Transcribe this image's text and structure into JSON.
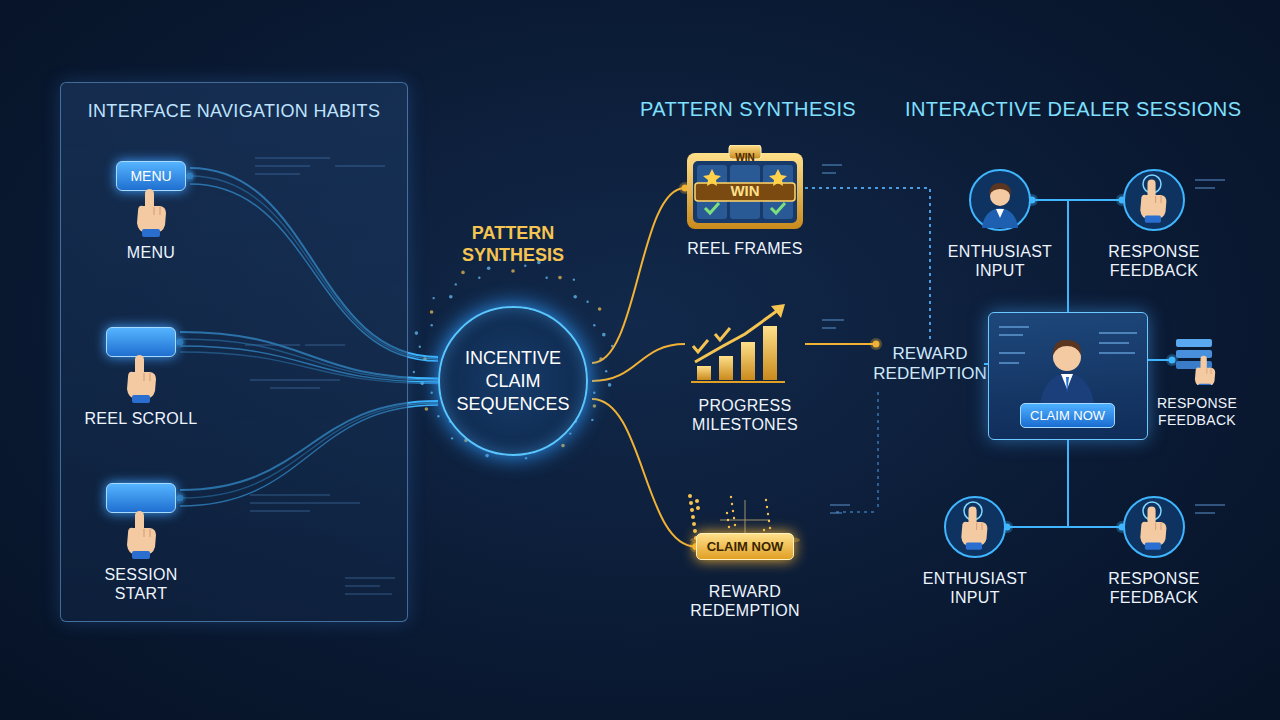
{
  "diagram": {
    "nodes": [
      {
        "text": [
          "INTERFACE NAVIGATION HABITS"
        ]
      },
      {
        "text": [
          "MENU",
          "MENU"
        ],
        "in": 0
      },
      {
        "text": [
          "REEL SCROLL"
        ],
        "in": 0
      },
      {
        "text": [
          "SESSION START"
        ],
        "in": 0
      },
      {
        "text": [
          "PATTERN SYNTHESIS",
          "INCENTIVE CLAIM SEQUENCES"
        ]
      },
      {
        "text": [
          "REEL FRAMES"
        ]
      },
      {
        "text": [
          "PROGRESS MILESTONES"
        ]
      },
      {
        "text": [
          "CLAIM NOW",
          "REWARD REDEMPTION"
        ]
      },
      {
        "text": [
          "REWARD REDEMPTION"
        ]
      },
      {
        "text": [
          "CLAIM NOW"
        ]
      },
      {
        "text": [
          "ENTHUSIAST INPUT"
        ]
      },
      {
        "text": [
          "RESPONSE FEEDBACK"
        ]
      },
      {
        "text": [
          "RESPONSE FEEDBACK"
        ]
      },
      {
        "text": [
          "ENTHUSIAST INPUT"
        ]
      },
      {
        "text": [
          "RESPONSE FEEDBACK"
        ]
      }
    ],
    "edges": [
      {
        "from": 1,
        "to": 4,
        "arrow": "none"
      },
      {
        "from": 2,
        "to": 4,
        "arrow": "none"
      },
      {
        "from": 3,
        "to": 4,
        "arrow": "none"
      },
      {
        "from": 4,
        "to": 5,
        "arrow": "none"
      },
      {
        "from": 4,
        "to": 6,
        "arrow": "none"
      },
      {
        "from": 4,
        "to": 7,
        "arrow": "none"
      },
      {
        "from": 6,
        "to": 8,
        "arrow": "none"
      },
      {
        "from": 5,
        "to": 8,
        "arrow": "none"
      },
      {
        "from": 8,
        "to": 9,
        "arrow": "none"
      },
      {
        "from": 10,
        "to": 9,
        "arrow": "none"
      },
      {
        "from": 11,
        "to": 9,
        "arrow": "none"
      },
      {
        "from": 12,
        "to": 9,
        "arrow": "none"
      },
      {
        "from": 13,
        "to": 9,
        "arrow": "none"
      },
      {
        "from": 14,
        "to": 9,
        "arrow": "none"
      }
    ],
    "labels": [
      "PATTERN SYNTHESIS",
      "INTERACTIVE DEALER SESSIONS",
      "WIN",
      "WIN"
    ]
  }
}
